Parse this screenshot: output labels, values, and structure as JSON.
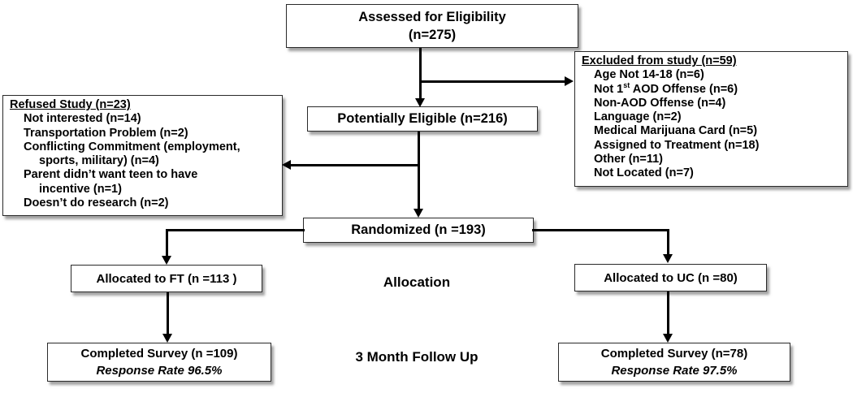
{
  "colors": {
    "text": "#000000",
    "box_background": "#ffffff",
    "box_border": "#2a2a2a",
    "line": "#000000",
    "shadow": "#6e6e6e"
  },
  "diagram": {
    "assessed": {
      "line1": "Assessed for Eligibility",
      "line2": "(n=275)"
    },
    "excluded": {
      "title": "Excluded from study (n=59)",
      "items": [
        "Age Not 14-18 (n=6)",
        {
          "pre": "Not 1",
          "sup": "st",
          "post": " AOD Offense (n=6)"
        },
        "Non-AOD Offense (n=4)",
        "Language (n=2)",
        "Medical Marijuana Card (n=5)",
        "Assigned to Treatment (n=18)",
        "Other (n=11)",
        "Not Located (n=7)"
      ]
    },
    "refused": {
      "title": "Refused Study (n=23)",
      "lines": [
        "Not interested (n=14)",
        "Transportation Problem (n=2)",
        "Conflicting Commitment (employment,",
        "sports, military) (n=4)",
        "Parent didn’t want teen to have",
        "incentive (n=1)",
        "Doesn’t do research (n=2)"
      ]
    },
    "potentially_eligible": "Potentially Eligible (n=216)",
    "randomized": "Randomized (n =193)",
    "allocated_ft": "Allocated to FT (n =113 )",
    "allocated_uc": "Allocated to UC (n =80)",
    "stage_allocation": "Allocation",
    "stage_followup": "3 Month Follow Up",
    "completed_ft": {
      "line1": "Completed Survey (n =109)",
      "line2": "Response Rate 96.5%"
    },
    "completed_uc": {
      "line1": "Completed Survey (n=78)",
      "line2": "Response Rate 97.5%"
    }
  }
}
